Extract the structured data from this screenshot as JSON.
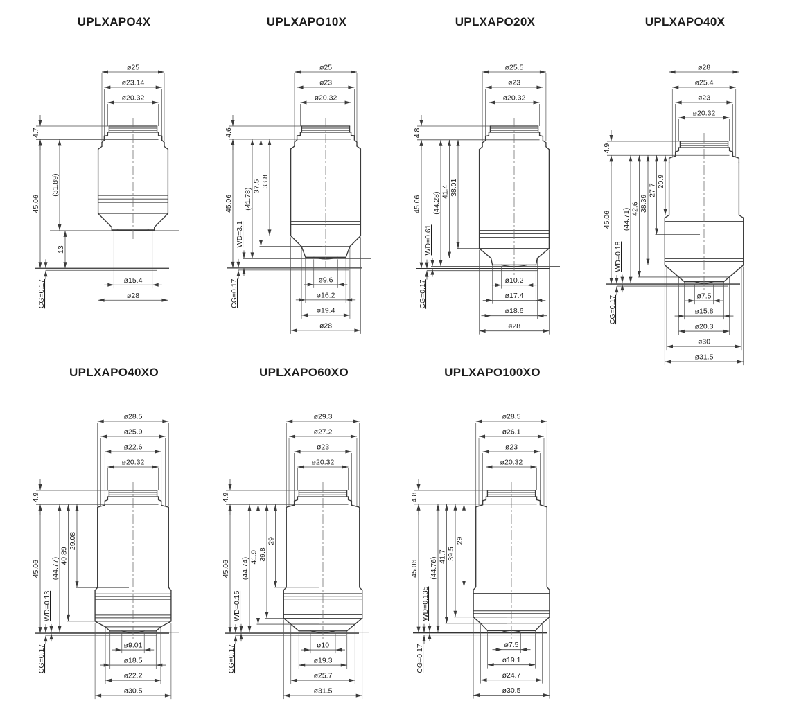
{
  "sheet": {
    "description": "Dimension drawings of UPLXAPO objective lenses",
    "colors": {
      "line": "#3a3a3a",
      "text": "#1c1c1c",
      "background": "#ffffff"
    }
  },
  "objectives": [
    {
      "id": "uplxapo4x",
      "title": "UPLXAPO4X",
      "top_diameters": [
        "ø25",
        "ø23.14",
        "ø20.32"
      ],
      "left_dimensions": [
        "4.7",
        "45.06",
        "(31.89)",
        "13",
        "CG=0.17"
      ],
      "bottom_diameters": [
        "ø15.4",
        "ø28"
      ]
    },
    {
      "id": "uplxapo10x",
      "title": "UPLXAPO10X",
      "top_diameters": [
        "ø25",
        "ø23",
        "ø20.32"
      ],
      "left_dimensions": [
        "4.6",
        "45.06",
        "WD=3.1",
        "(41.78)",
        "37.5",
        "33.8",
        "CG=0.17"
      ],
      "bottom_diameters": [
        "ø9.6",
        "ø16.2",
        "ø19.4",
        "ø28"
      ]
    },
    {
      "id": "uplxapo20x",
      "title": "UPLXAPO20X",
      "top_diameters": [
        "ø25.5",
        "ø23",
        "ø20.32"
      ],
      "left_dimensions": [
        "4.8",
        "45.06",
        "WD=0.61",
        "(44.28)",
        "41.4",
        "38.01",
        "CG=0.17"
      ],
      "bottom_diameters": [
        "ø10.2",
        "ø17.4",
        "ø18.6",
        "ø28"
      ]
    },
    {
      "id": "uplxapo40x",
      "title": "UPLXAPO40X",
      "top_diameters": [
        "ø28",
        "ø25.4",
        "ø23",
        "ø20.32"
      ],
      "left_dimensions": [
        "4.9",
        "45.06",
        "WD=0.18",
        "(44.71)",
        "42.6",
        "38.39",
        "27.7",
        "20.9",
        "CG=0.17"
      ],
      "bottom_diameters": [
        "ø7.5",
        "ø15.8",
        "ø20.3",
        "ø30",
        "ø31.5"
      ]
    },
    {
      "id": "uplxapo40xo",
      "title": "UPLXAPO40XO",
      "top_diameters": [
        "ø28.5",
        "ø25.9",
        "ø22.6",
        "ø20.32"
      ],
      "left_dimensions": [
        "4.9",
        "45.06",
        "WD=0.13",
        "(44.77)",
        "40.89",
        "29.08",
        "CG=0.17"
      ],
      "bottom_diameters": [
        "ø9.01",
        "ø18.5",
        "ø22.2",
        "ø30.5"
      ]
    },
    {
      "id": "uplxapo60xo",
      "title": "UPLXAPO60XO",
      "top_diameters": [
        "ø29.3",
        "ø27.2",
        "ø23",
        "ø20.32"
      ],
      "left_dimensions": [
        "4.9",
        "45.06",
        "WD=0.15",
        "(44.74)",
        "41.9",
        "39.8",
        "29",
        "CG=0.17"
      ],
      "bottom_diameters": [
        "ø10",
        "ø19.3",
        "ø25.7",
        "ø31.5"
      ]
    },
    {
      "id": "uplxapo100xo",
      "title": "UPLXAPO100XO",
      "top_diameters": [
        "ø28.5",
        "ø26.1",
        "ø23",
        "ø20.32"
      ],
      "left_dimensions": [
        "4.8",
        "45.06",
        "WD=0.135",
        "(44.76)",
        "41.7",
        "39.5",
        "29",
        "CG=0.17"
      ],
      "bottom_diameters": [
        "ø7.5",
        "ø19.1",
        "ø24.7",
        "ø30.5"
      ]
    }
  ]
}
